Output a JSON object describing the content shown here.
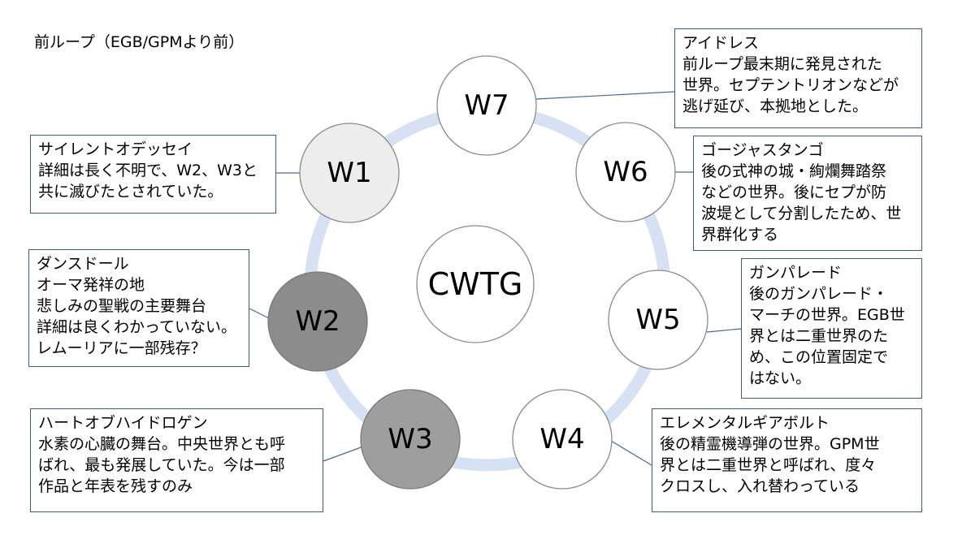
{
  "title": "前ループ（EGB/GPMより前）",
  "colors": {
    "ring": "#d6e2f3",
    "connector": "#4a6a96",
    "box_border": "#3d5a86",
    "node_border": "#8a8a8a"
  },
  "hub": {
    "label": "CWTG"
  },
  "worlds": [
    {
      "id": "w7",
      "label": "W7",
      "fill": "#ffffff",
      "note_title": "アイドレス",
      "note_lines": [
        "前ループ最末期に発見された",
        "世界。セプテントリオンなどが",
        "逃げ延び、本拠地とした。"
      ]
    },
    {
      "id": "w1",
      "label": "W1",
      "fill": "#ededed",
      "note_title": "サイレントオデッセイ",
      "note_lines": [
        "詳細は長く不明で、W2、W3と",
        "共に滅びたとされていた。"
      ]
    },
    {
      "id": "w6",
      "label": "W6",
      "fill": "#ffffff",
      "note_title": "ゴージャスタンゴ",
      "note_lines": [
        "後の式神の城・絢爛舞踏祭",
        "などの世界。後にセプが防",
        "波堤として分割したため、世",
        "界群化する"
      ]
    },
    {
      "id": "w2",
      "label": "W2",
      "fill": "#8c8c8c",
      "note_title": "ダンスドール",
      "note_lines": [
        "オーマ発祥の地",
        "悲しみの聖戦の主要舞台",
        "詳細は良くわかっていない。",
        "レムーリアに一部残存？"
      ]
    },
    {
      "id": "w5",
      "label": "W5",
      "fill": "#ffffff",
      "note_title": "ガンパレード",
      "note_lines": [
        "後のガンパレード・",
        "マーチの世界。EGB世",
        "界とは二重世界のた",
        "め、この位置固定で",
        "はない。"
      ]
    },
    {
      "id": "w3",
      "label": "W3",
      "fill": "#9e9e9e",
      "note_title": "ハートオブハイドロゲン",
      "note_lines": [
        "水素の心臓の舞台。中央世界とも呼",
        "ばれ、最も発展していた。今は一部",
        "作品と年表を残すのみ"
      ]
    },
    {
      "id": "w4",
      "label": "W4",
      "fill": "#ffffff",
      "note_title": "エレメンタルギアボルト",
      "note_lines": [
        "後の精霊機導弾の世界。GPM世",
        "界とは二重世界と呼ばれ、度々",
        "クロスし、入れ替わっている"
      ]
    }
  ]
}
